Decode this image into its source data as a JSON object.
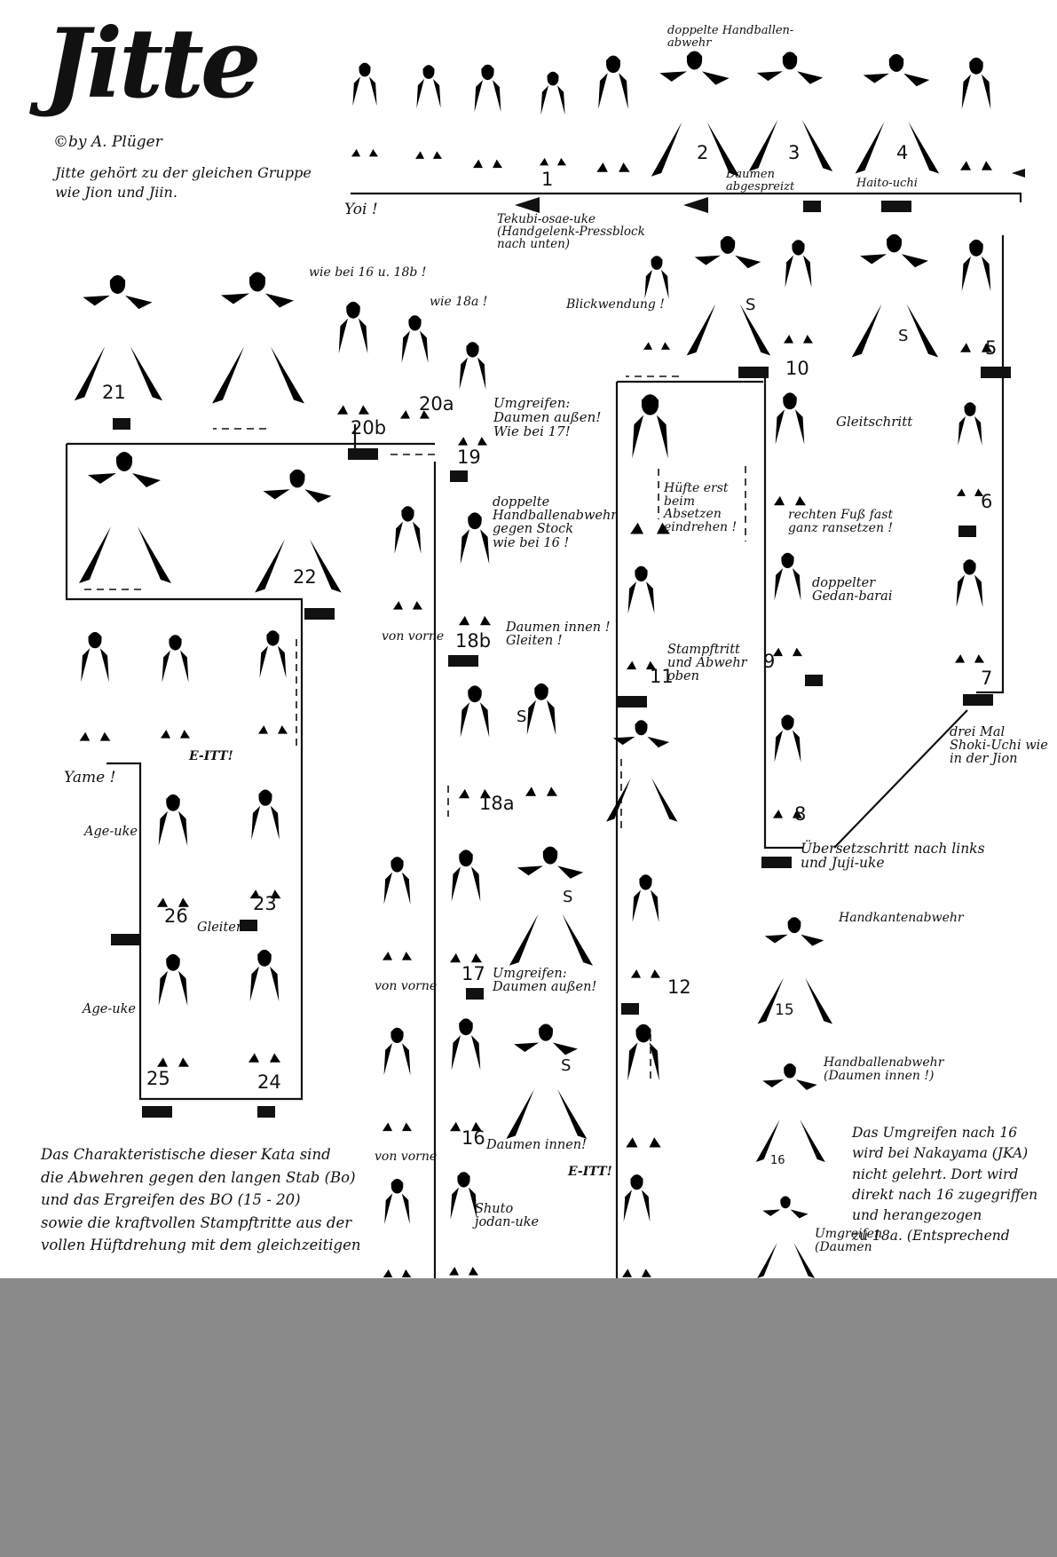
{
  "title": "Jitte",
  "author": "©by A. Plüger",
  "intro": "Jitte gehört zu der gleichen Gruppe\nwie Jion und Jiin.",
  "description": "Das Charakteristische dieser Kata sind\ndie Abwehren gegen den langen Stab (Bo)\nund das Ergreifen des BO (15 - 20)\nsowie die kraftvollen Stampftritte aus der\nvollen Hüftdrehung mit dem gleichzeitigen",
  "side_note": "Das Umgreifen nach 16\nwird bei Nakayama (JKA)\nnicht gelehrt. Dort wird\ndirekt nach 16 zugegriffen\nund herangezogen\nzu 18a. (Entsprechend",
  "labels": [
    {
      "id": "yoi",
      "text": "Yoi !"
    },
    {
      "id": "yame",
      "text": "Yame !"
    },
    {
      "id": "double-palm-top",
      "text": "doppelte Handballen-\nabwehr"
    },
    {
      "id": "thumb-spread",
      "text": "Daumen\nabgespreizt"
    },
    {
      "id": "haito",
      "text": "Haito-uchi"
    },
    {
      "id": "tekubi",
      "text": "Tekubi-osae-uke\n(Handgelenk-Pressblock\nnach unten)"
    },
    {
      "id": "wie16",
      "text": "wie bei 16 u. 18b !"
    },
    {
      "id": "wie18a",
      "text": "wie 18a !"
    },
    {
      "id": "blick",
      "text": "Blickwendung !"
    },
    {
      "id": "umgreifen19",
      "text": "Umgreifen:\nDaumen außen!\nWie bei 17!"
    },
    {
      "id": "gleitschritt",
      "text": "Gleitschritt"
    },
    {
      "id": "huefte",
      "text": "Hüfte erst\nbeim\nAbsetzen\neindrehen !"
    },
    {
      "id": "rechter-fuss",
      "text": "rechten Fuß fast\nganz ransetzen !"
    },
    {
      "id": "double-palm-18b",
      "text": "doppelte\nHandballenabwehr\ngegen Stock\nwie bei 16 !"
    },
    {
      "id": "thumb-in-18b",
      "text": "Daumen innen !\nGleiten !"
    },
    {
      "id": "von-vorne-1",
      "text": "von vorne"
    },
    {
      "id": "gedan",
      "text": "doppelter\nGedan-barai"
    },
    {
      "id": "stampf",
      "text": "Stampftritt\nund Abwehr\noben"
    },
    {
      "id": "eitt-1",
      "text": "E-ITT!"
    },
    {
      "id": "age-uke-1",
      "text": "Age-uke"
    },
    {
      "id": "gleiten",
      "text": "Gleiten!"
    },
    {
      "id": "age-uke-2",
      "text": "Age-uke"
    },
    {
      "id": "drei-mal",
      "text": "drei Mal\nShoki-Uchi wie\nin der Jion"
    },
    {
      "id": "uebersetz",
      "text": "Übersetzschritt nach links\nund Juji-uke"
    },
    {
      "id": "von-vorne-2",
      "text": "von vorne"
    },
    {
      "id": "umgreifen17",
      "text": "Umgreifen:\nDaumen außen!"
    },
    {
      "id": "handkante",
      "text": "Handkantenabwehr"
    },
    {
      "id": "handballen",
      "text": "Handballenabwehr\n(Daumen innen !)"
    },
    {
      "id": "von-vorne-3",
      "text": "von vorne"
    },
    {
      "id": "daumen16",
      "text": "Daumen innen!"
    },
    {
      "id": "eitt-2",
      "text": "E-ITT!"
    },
    {
      "id": "shuto",
      "text": "Shuto\njodan-uke"
    },
    {
      "id": "umgreifen-bottom",
      "text": "Umgreifen\n(Daumen"
    }
  ],
  "step_numbers": [
    "1",
    "2",
    "3",
    "4",
    "5",
    "6",
    "7",
    "8",
    "9",
    "10",
    "11",
    "12",
    "15",
    "16",
    "16",
    "17",
    "18a",
    "18b",
    "19",
    "20a",
    "20b",
    "21",
    "22",
    "23",
    "24",
    "25",
    "26",
    "S",
    "S",
    "S",
    "S",
    "S"
  ]
}
